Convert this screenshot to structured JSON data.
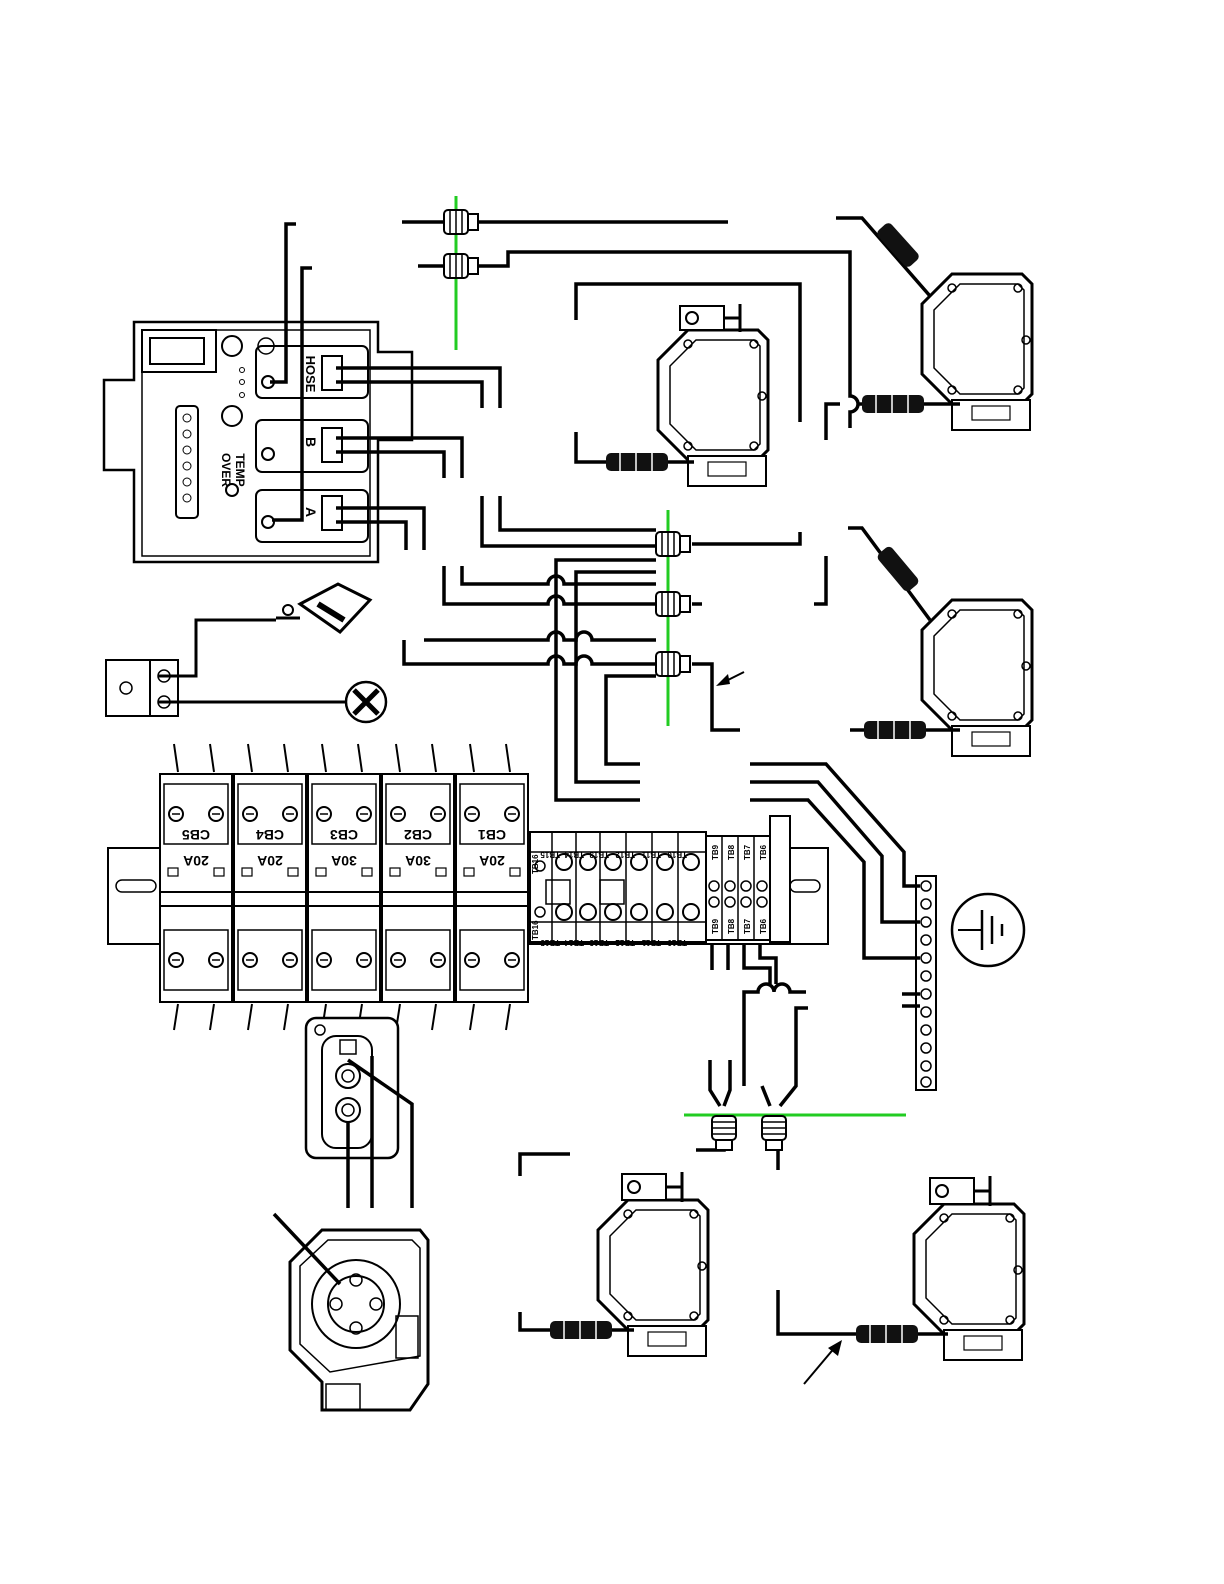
{
  "controller": {
    "labels": {
      "hose": "HOSE",
      "b": "B",
      "a": "A",
      "over": "OVER",
      "temp": "TEMP"
    }
  },
  "breakers": [
    {
      "name": "CB5",
      "rating": "20A"
    },
    {
      "name": "CB4",
      "rating": "20A"
    },
    {
      "name": "CB3",
      "rating": "30A"
    },
    {
      "name": "CB2",
      "rating": "30A"
    },
    {
      "name": "CB1",
      "rating": "20A"
    }
  ],
  "terminals": {
    "top_row": [
      "TB16",
      "TB15",
      "TB14",
      "TB13",
      "TB12",
      "TB11",
      "TB10"
    ],
    "bottom_row": [
      "TB16",
      "TB15",
      "TB14",
      "TB13",
      "TB12",
      "TB11",
      "TB10"
    ],
    "small_top": [
      "TB9",
      "TB8",
      "TB7",
      "TB6"
    ],
    "small_bottom": [
      "TB9",
      "TB8",
      "TB7",
      "TB6"
    ]
  },
  "colors": {
    "ground_line": "#22cc22",
    "wire": "#000000"
  },
  "icons": [
    "ground-symbol-icon",
    "fan-icon",
    "power-plug-icon",
    "arrow-icon"
  ]
}
